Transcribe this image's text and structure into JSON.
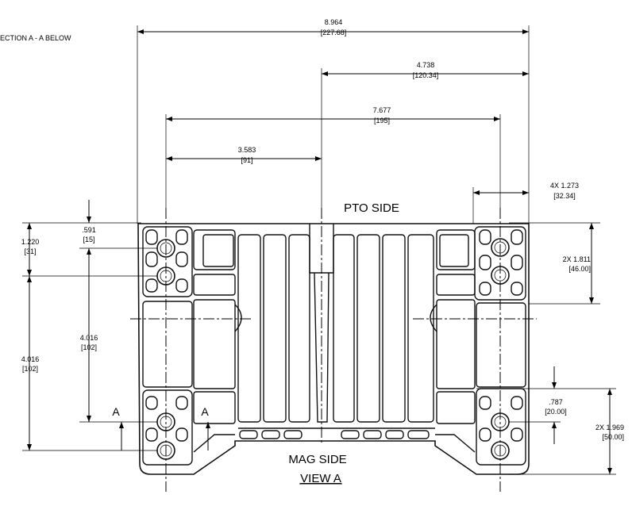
{
  "notes": {
    "section_ref": "ECTION A - A BELOW"
  },
  "labels": {
    "top_side": "PTO SIDE",
    "bottom_side": "MAG SIDE",
    "view": "VIEW A",
    "section_left": "A",
    "section_right": "A"
  },
  "dimensions": {
    "overall_width": {
      "in": "8.964",
      "mm": "[227.68]"
    },
    "center_to_right": {
      "in": "4.738",
      "mm": "[120.34]"
    },
    "hole_span": {
      "in": "7.677",
      "mm": "[195]"
    },
    "hole_to_center": {
      "in": "3.583",
      "mm": "[91]"
    },
    "right_offset": {
      "in": "4X 1.273",
      "mm": "[32.34]"
    },
    "left_top_offset": {
      "in": "1.220",
      "mm": "[31]"
    },
    "hole_top_offset": {
      "in": ".591",
      "mm": "[15]"
    },
    "hole_vertical_inner": {
      "in": "4.016",
      "mm": "[102]"
    },
    "hole_vertical_outer": {
      "in": "4.016",
      "mm": "[102]"
    },
    "right_top_pair": {
      "in": "2X 1.811",
      "mm": "[46.00]"
    },
    "right_bottom_offset": {
      "in": ".787",
      "mm": "[20.00]"
    },
    "right_bottom_pair": {
      "in": "2X 1.969",
      "mm": "[50.00]"
    }
  }
}
